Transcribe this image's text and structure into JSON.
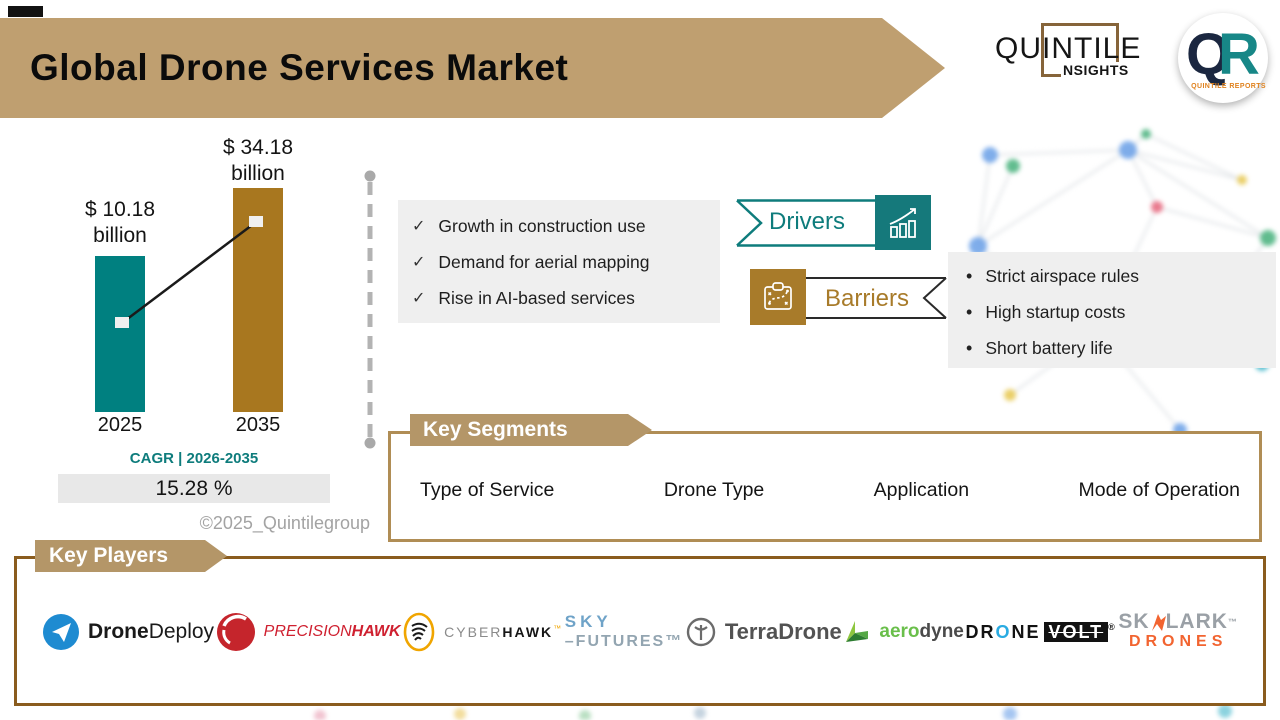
{
  "header": {
    "title": "Global Drone Services Market"
  },
  "brand": {
    "quintile_word": "QUINTILE",
    "insights": "NSIGHTS",
    "qr_q": "Q",
    "qr_r": "R",
    "qr_caption": "QUINTILE REPORTS"
  },
  "chart": {
    "value_2025": "$ 10.18",
    "unit_2025": "billion",
    "value_2035": "$ 34.18",
    "unit_2035": "billion",
    "x_2025": "2025",
    "x_2035": "2035",
    "cagr_title": "CAGR | 2026-2035",
    "cagr_value": "15.28 %",
    "copyright": "©2025_Quintilegroup"
  },
  "chart_data": {
    "type": "bar",
    "categories": [
      "2025",
      "2035"
    ],
    "values": [
      10.18,
      34.18
    ],
    "unit": "USD billion",
    "annotations": [
      "$ 10.18 billion",
      "$ 34.18 billion"
    ],
    "bar_colors": [
      "#008080",
      "#a8771f"
    ],
    "trendline": true,
    "cagr": {
      "label": "CAGR | 2026-2035",
      "value_pct": 15.28,
      "period": "2026-2035"
    }
  },
  "drivers": {
    "title": "Drivers",
    "check_glyph": "✓",
    "items": [
      "Growth in construction use",
      "Demand for aerial mapping",
      "Rise in AI-based services"
    ]
  },
  "barriers": {
    "title": "Barriers",
    "bullet_glyph": "•",
    "items": [
      "Strict airspace rules",
      "High startup costs",
      "Short battery life"
    ]
  },
  "segments": {
    "title": "Key Segments",
    "items": [
      "Type of Service",
      "Drone Type",
      "Application",
      "Mode of Operation"
    ]
  },
  "players": {
    "title": "Key Players",
    "items": [
      {
        "name": "DroneDeploy",
        "part1": "Drone",
        "part2": "Deploy"
      },
      {
        "name": "PrecisionHawk",
        "part1": "PRECISION",
        "part2": "HAWK"
      },
      {
        "name": "Cyberhawk",
        "part1": "CYBER",
        "part2": "HAWK",
        "tm": "™"
      },
      {
        "name": "Sky-Futures",
        "line1": "SKY",
        "line2": "–FUTURES™"
      },
      {
        "name": "Terra Drone",
        "text": "TerraDrone"
      },
      {
        "name": "Aerodyne",
        "part1": "aero",
        "part2": "dyne"
      },
      {
        "name": "Drone Volt",
        "part1": "DR",
        "part2": "O",
        "part3": "NE",
        "badge": "VOLT",
        "reg": "®"
      },
      {
        "name": "Skylark Drones",
        "part1": "SK",
        "part2": "LARK",
        "tm": "™",
        "line2": "DRONES"
      }
    ]
  }
}
